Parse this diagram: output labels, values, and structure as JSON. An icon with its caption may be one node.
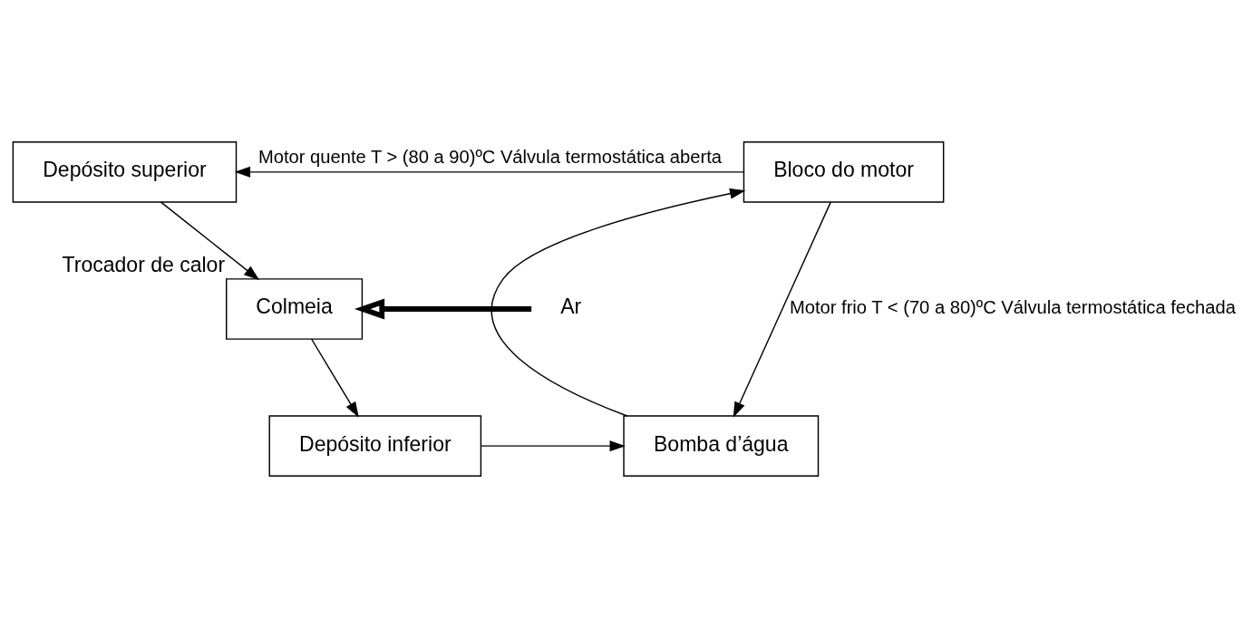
{
  "diagram": {
    "nodes": [
      {
        "text": [
          "Depósito superior"
        ]
      },
      {
        "text": [
          "Colmeia"
        ],
        "beside": [
          "Trocador de calor"
        ]
      },
      {
        "text": [
          "Depósito inferior"
        ]
      },
      {
        "text": [
          "Bloco do motor"
        ]
      },
      {
        "text": [
          "Bomba d’água"
        ]
      },
      {
        "text": [
          "Ar"
        ]
      }
    ],
    "edges": [
      {
        "from": 0,
        "to": 1,
        "arrow": "to"
      },
      {
        "from": 1,
        "to": 2,
        "arrow": "to"
      },
      {
        "from": 2,
        "to": 4,
        "arrow": "to"
      },
      {
        "from": 4,
        "to": 3,
        "arrow": "to"
      },
      {
        "from": 3,
        "to": 0,
        "arrow": "to",
        "label": "Motor quente T > (80 a 90)ºC Válvula termostática aberta"
      },
      {
        "from": 3,
        "to": 4,
        "arrow": "to",
        "label": "Motor frio T < (70 a 80)ºC Válvula termostática fechada"
      },
      {
        "from": 5,
        "to": 1,
        "arrow": "to",
        "style": "thick"
      }
    ]
  }
}
